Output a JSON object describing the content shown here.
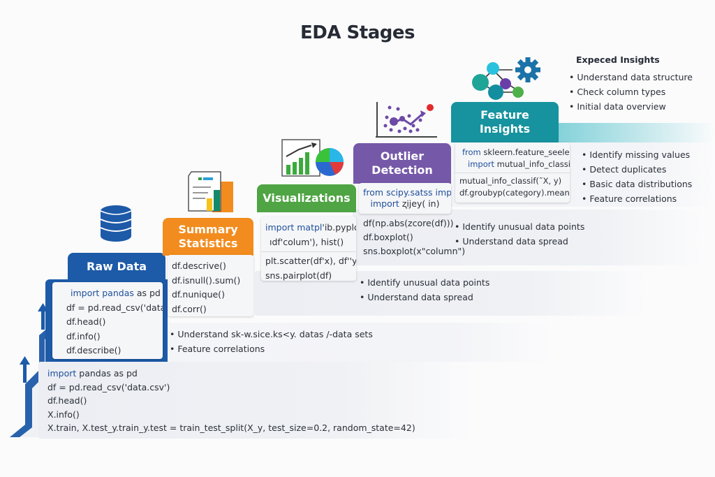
{
  "title": "EDA Stages",
  "colors": {
    "raw_data": "#1d5aa8",
    "summary_statistics": "#f28c1e",
    "visualizations": "#4fa443",
    "outlier_detection": "#7558a8",
    "feature_insights": "#16939e"
  },
  "stages": [
    {
      "name": "Raw Data",
      "icon": "database-icon",
      "code": [
        {
          "kw": "import pandas",
          "rest": " as pd"
        },
        {
          "kw": "",
          "rest": "df = pd.read_csv('data_c"
        },
        {
          "kw": "",
          "rest": "df.head()"
        },
        {
          "kw": "",
          "rest": "df.info()"
        },
        {
          "kw": "",
          "rest": "df.describe()"
        }
      ]
    },
    {
      "name_line1": "Summary",
      "name_line2": "Statistics",
      "icon": "report-chart-icon",
      "code": [
        "df.descrive()",
        "df.isnull().sum()",
        "df.nunique()",
        "df.corr()"
      ],
      "insights": [
        "Understand sk-w.sice.ks<y. datas /-data sets",
        "Feature correlations"
      ]
    },
    {
      "name": "Visualizations",
      "icon": "charts-icon",
      "code": [
        {
          "kw": "import matpl",
          "rest": "'ib.pyplot"
        },
        {
          "kw": "",
          "rest": "ıdf'colum'), hist()"
        },
        {
          "kw": "",
          "rest": "plt.scatter(df'x), df''y)"
        },
        {
          "kw": "",
          "rest": "sns.pairplot(df)"
        }
      ],
      "insights": [
        "Identify unusual data points",
        "Understand data spread"
      ]
    },
    {
      "name_line1": "Outlier",
      "name_line2": "Detection",
      "icon": "scatter-outlier-icon",
      "code": [
        {
          "kw": "from scipy.satss imp",
          "rest": ""
        },
        {
          "kw": "import",
          "rest": " ʐijey( in)"
        },
        {
          "kw": "",
          "rest": "df(np.abs(zcore(df)))"
        },
        {
          "kw": "",
          "rest": "df.boxplot()"
        },
        {
          "kw": "",
          "rest": "sns.boxplot(x\"column\")"
        }
      ],
      "insights": [
        "Identify unusual data points",
        "Understand data spread"
      ]
    },
    {
      "name_line1": "Feature",
      "name_line2": "Insights",
      "icon": "network-gear-icon",
      "code": [
        {
          "kw": "from",
          "rest": " skleern.feature_seelec"
        },
        {
          "kw": "import",
          "rest": " mutual_info_classif"
        },
        {
          "kw": "",
          "rest": "mutual_info_classif(˜X,  y)"
        },
        {
          "kw": "",
          "rest": "df.groubyp(category).mean)"
        }
      ],
      "insights": [
        "Identify missing values",
        "Detect duplicates",
        "Basic data distributions",
        "Feature correlations"
      ]
    }
  ],
  "expected_insights": {
    "heading": "Expeced Insights",
    "items": [
      "Understand data structure",
      "Check column types",
      "Initial data overview"
    ]
  },
  "base_code": [
    {
      "kw": "import",
      "rest": " pandas as pd"
    },
    {
      "kw": "",
      "rest": "df = pd.read_csv('data.csv')"
    },
    {
      "kw": "",
      "rest": "df.head()"
    },
    {
      "kw": "",
      "rest": "X.info()"
    },
    {
      "kw": "",
      "rest": "X.train, X.test_y.train_y.test  =  train_test_split(X_y,  test_size=0.2,  random_state=42)"
    }
  ]
}
